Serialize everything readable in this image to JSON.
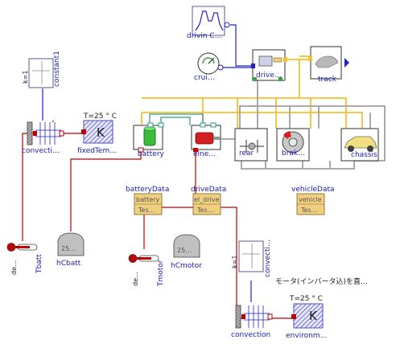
{
  "components": {
    "constant": {
      "name": "constant1",
      "expr": "k=1"
    },
    "convection1": {
      "name": "convecti…"
    },
    "fixedTemp": {
      "name": "fixedTem…",
      "value": "T=25 ° C"
    },
    "battery": {
      "name": "battery"
    },
    "motor": {
      "name": "elne…"
    },
    "rear": {
      "name": "rear"
    },
    "brake": {
      "name": "brak…"
    },
    "chassis": {
      "name": "chassis"
    },
    "drivingCycle": {
      "name": "drivin C…"
    },
    "cruise": {
      "name": "crui…"
    },
    "driver": {
      "name": "drive…"
    },
    "track": {
      "name": "track"
    },
    "batteryData": {
      "name": "batteryData",
      "line1": "battery",
      "line2": "Tes…"
    },
    "driveData": {
      "name": "driveData",
      "line1": "el_drive",
      "line2": "Tes…"
    },
    "vehicleData": {
      "name": "vehicleData",
      "line1": "vehicle",
      "line2": "Tes…"
    },
    "tBatt": {
      "name": "Tbatt",
      "unit": "de…"
    },
    "hCbatt": {
      "name": "hCbatt",
      "value": "25…"
    },
    "tMotor": {
      "name": "Tmotor",
      "unit": "de…"
    },
    "hCmotor": {
      "name": "hCmotor",
      "value": "25…"
    },
    "constant2": {
      "name": "convecti…",
      "expr": "k=1"
    },
    "convection2": {
      "name": "convection"
    },
    "environment": {
      "name": "environm…",
      "value": "T=25 ° C"
    },
    "comment": {
      "text": "モータ(インバータ込)を直…"
    }
  },
  "colors": {
    "signal": "#2020c8",
    "heat": "#c00000",
    "mechanical": "#f5c030",
    "electric": "#2a9a8a",
    "chassis": "#a0a0a0",
    "hatch": "#4a4ad0",
    "record": "#f0d080"
  }
}
